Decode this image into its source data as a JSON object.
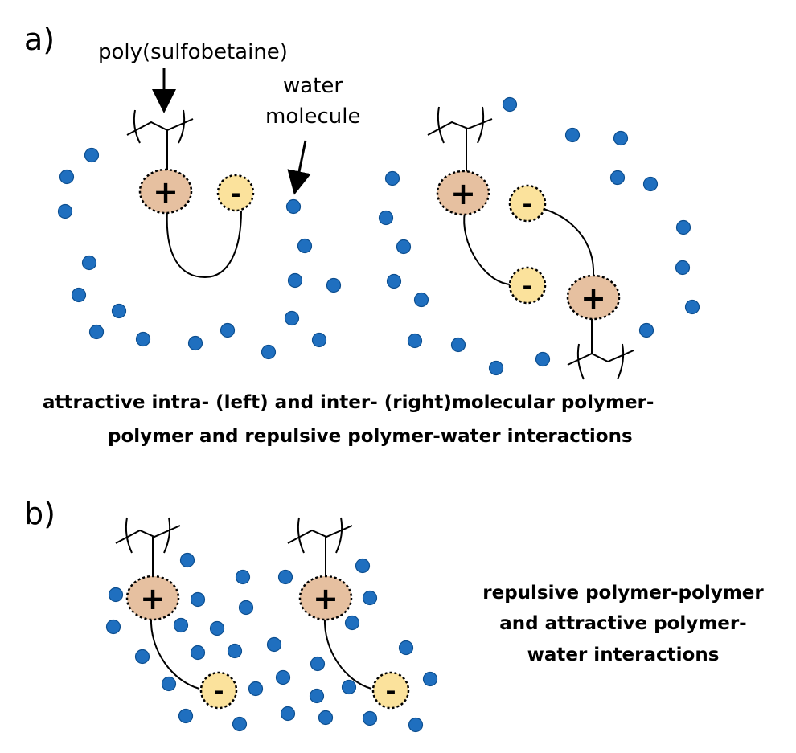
{
  "panels": {
    "a": {
      "label": "a)",
      "polymer_label": "poly(sulfobetaine)",
      "water_label_line1": "water",
      "water_label_line2": "molecule",
      "caption_line1": "attractive intra- (left) and inter- (right)molecular polymer-",
      "caption_line2": "polymer and repulsive polymer-water interactions"
    },
    "b": {
      "label": "b)",
      "caption_line1": "repulsive polymer-polymer",
      "caption_line2": "and attractive polymer-",
      "caption_line3": "water interactions"
    }
  },
  "signs": {
    "plus": "+",
    "minus": "-"
  },
  "colors": {
    "water": "#1f6fbf",
    "cation": "#e6c0a0",
    "anion": "#fbe29c"
  }
}
